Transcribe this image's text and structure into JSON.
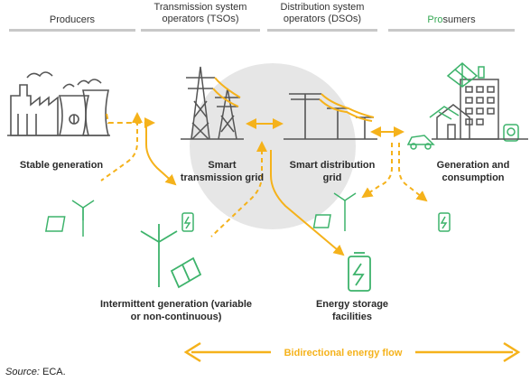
{
  "headers": {
    "producers": "Producers",
    "tso": "Transmission system operators (TSOs)",
    "dso": "Distribution system operators (DSOs)",
    "prosumers_pro": "Pro",
    "prosumers_sumers": "sumers"
  },
  "labels": {
    "stable_generation": "Stable generation",
    "smart_transmission_grid": "Smart transmission grid",
    "smart_distribution_grid": "Smart distribution grid",
    "generation_consumption": "Generation and consumption",
    "intermittent_generation": "Intermittent generation (variable or non-continuous)",
    "energy_storage": "Energy storage facilities"
  },
  "flow_label": "Bidirectional energy flow",
  "source": {
    "prefix": "Source:",
    "text": "ECA."
  },
  "colors": {
    "flow": "#f5b21b",
    "icon": "#555555",
    "green": "#3db36b",
    "prosumer_green": "#35a853",
    "circle": "#e6e6e6",
    "header_rule": "#c8c8c8"
  },
  "icons": [
    "factory-icon",
    "nuclear-plant-icon",
    "transmission-tower-icon",
    "distribution-pole-icon",
    "house-icon",
    "building-icon",
    "solar-panel-icon",
    "wind-turbine-icon",
    "battery-icon",
    "electric-car-icon",
    "meter-icon"
  ]
}
